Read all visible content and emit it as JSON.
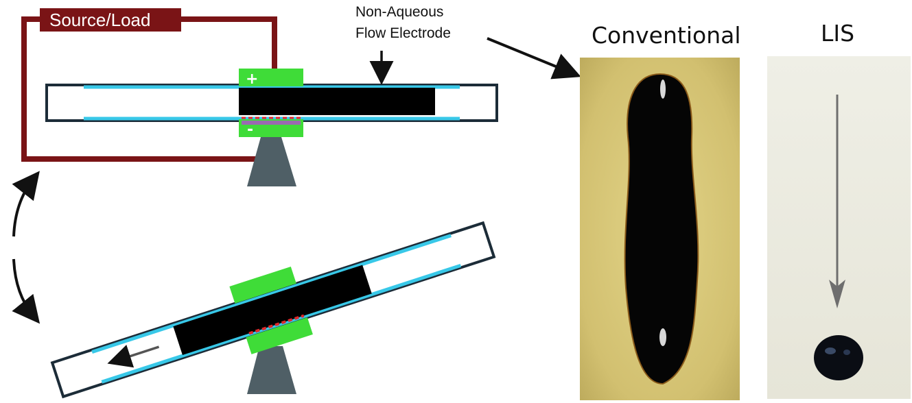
{
  "source_load": {
    "label": "Source/Load"
  },
  "annotation": {
    "line1": "Non-Aqueous",
    "line2": "Flow Electrode"
  },
  "electrode": {
    "plus": "+",
    "minus": "-"
  },
  "photos": {
    "conventional_title": "Conventional",
    "lis_title": "LIS"
  },
  "colors": {
    "wire": "#7a1416",
    "channel_outline": "#1c2c38",
    "liquid_layer": "#38c8e8",
    "electrode_green": "#3fdc38",
    "fluid_black": "#000000",
    "fulcrum": "#4f5f66",
    "conventional_bg": "#d9c878",
    "lis_bg": "#ebebdf"
  },
  "icons": {
    "rock_arrows": "curved-double-arrow-icon",
    "flow_arrow": "left-arrow-icon",
    "pointer": "down-arrow-icon"
  }
}
